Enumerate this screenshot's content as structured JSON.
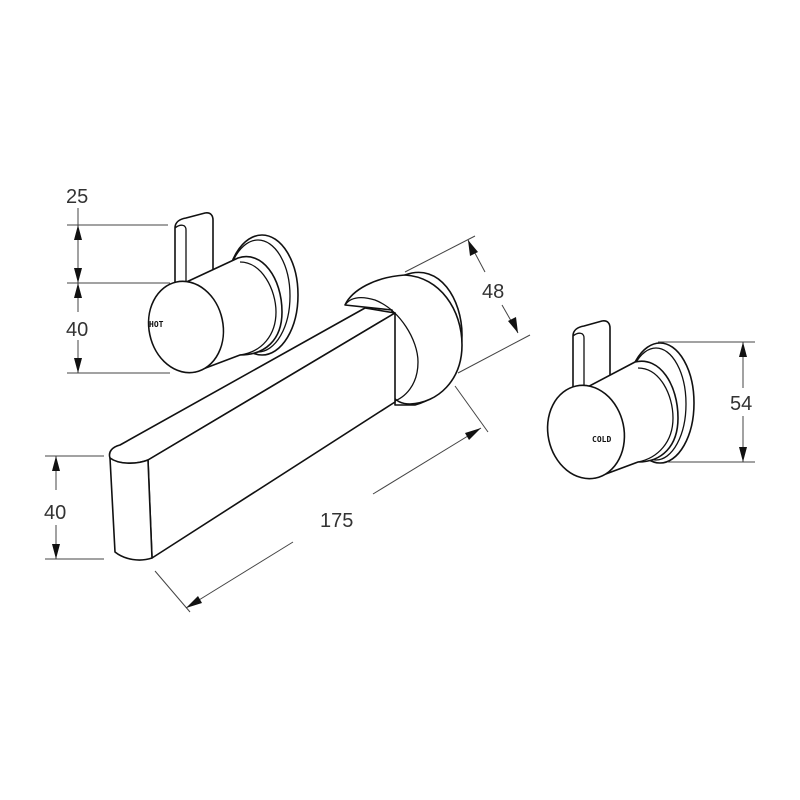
{
  "drawing": {
    "title": "Wall mixer tap set technical dimension drawing",
    "line_color": "#111111",
    "dimension_color": "#444444",
    "background": "#ffffff"
  },
  "components": {
    "hot_handle": {
      "label": "HOT"
    },
    "cold_handle": {
      "label": "COLD"
    },
    "spout": {
      "label": ""
    }
  },
  "dimensions": {
    "hot_lever_height": "25",
    "hot_body_height": "40",
    "spout_collar_diameter": "48",
    "cold_backplate_height": "54",
    "spout_height": "40",
    "spout_length": "175"
  }
}
